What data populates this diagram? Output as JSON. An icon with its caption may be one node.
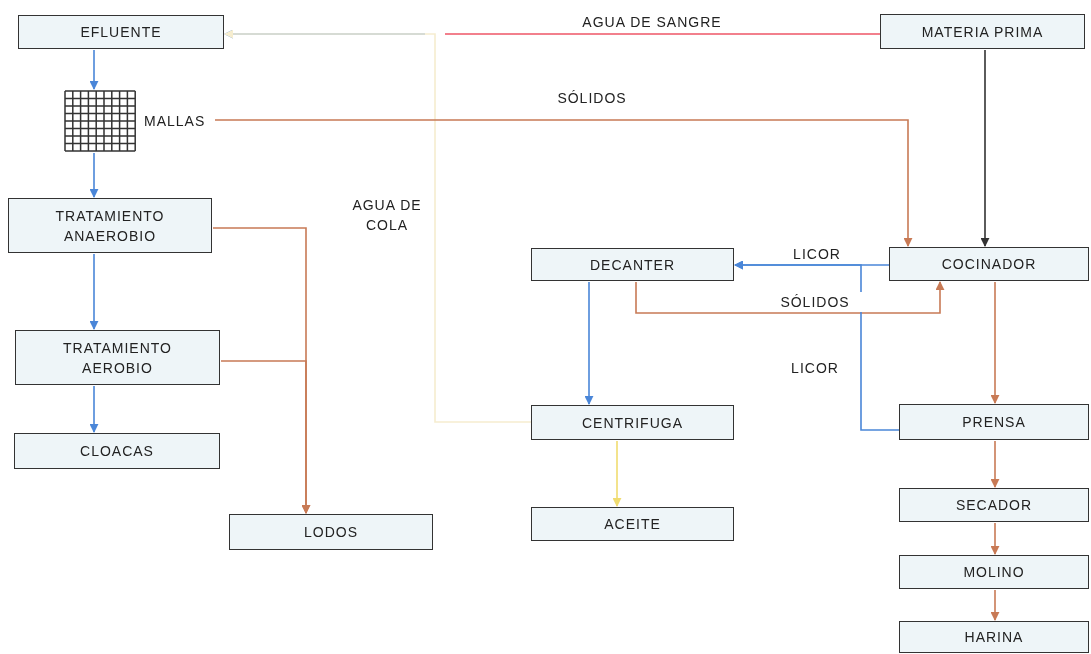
{
  "diagram": {
    "nodes": [
      {
        "text": [
          "EFLUENTE"
        ]
      },
      {
        "text": [
          "MATERIA PRIMA"
        ]
      },
      {
        "text": [
          "MALLAS"
        ]
      },
      {
        "text": [
          "TRATAMIENTO ANAEROBIO"
        ]
      },
      {
        "text": [
          "DECANTER"
        ]
      },
      {
        "text": [
          "COCINADOR"
        ]
      },
      {
        "text": [
          "TRATAMIENTO AEROBIO"
        ]
      },
      {
        "text": [
          "CENTRIFUGA"
        ]
      },
      {
        "text": [
          "PRENSA"
        ]
      },
      {
        "text": [
          "CLOACAS"
        ]
      },
      {
        "text": [
          "LODOS"
        ]
      },
      {
        "text": [
          "ACEITE"
        ]
      },
      {
        "text": [
          "SECADOR"
        ]
      },
      {
        "text": [
          "MOLINO"
        ]
      },
      {
        "text": [
          "HARINA"
        ]
      }
    ],
    "edges": [
      {
        "from": 1,
        "to": 0,
        "arrow": "to",
        "label": "AGUA DE SANGRE",
        "color": "#ee5566"
      },
      {
        "from": 7,
        "to": 0,
        "arrow": "to",
        "label": "AGUA DE COLA",
        "color": "#f6edcf"
      },
      {
        "from": 0,
        "to": 2,
        "arrow": "to",
        "color": "#4a86d8"
      },
      {
        "from": 2,
        "to": 3,
        "arrow": "to",
        "color": "#4a86d8"
      },
      {
        "from": 2,
        "to": 5,
        "arrow": "to",
        "label": "SÓLIDOS"
      },
      {
        "from": 1,
        "to": 5,
        "arrow": "to",
        "color": "#333333"
      },
      {
        "from": 5,
        "to": 4,
        "arrow": "to",
        "label": "LICOR",
        "color": "#4a86d8"
      },
      {
        "from": 4,
        "to": 5,
        "arrow": "to",
        "label": "SÓLIDOS"
      },
      {
        "from": 8,
        "to": 4,
        "arrow": "to",
        "label": "LICOR",
        "color": "#4a86d8"
      },
      {
        "from": 3,
        "to": 6,
        "arrow": "to",
        "color": "#4a86d8"
      },
      {
        "from": 6,
        "to": 9,
        "arrow": "to",
        "color": "#4a86d8"
      },
      {
        "from": 3,
        "to": 10,
        "arrow": "to"
      },
      {
        "from": 6,
        "to": 10,
        "arrow": "to"
      },
      {
        "from": 4,
        "to": 7,
        "arrow": "to",
        "color": "#4a86d8"
      },
      {
        "from": 7,
        "to": 11,
        "arrow": "to",
        "color": "#f0dc70"
      },
      {
        "from": 5,
        "to": 8,
        "arrow": "to"
      },
      {
        "from": 8,
        "to": 12,
        "arrow": "to"
      },
      {
        "from": 12,
        "to": 13,
        "arrow": "to"
      },
      {
        "from": 13,
        "to": 14,
        "arrow": "to"
      }
    ]
  }
}
